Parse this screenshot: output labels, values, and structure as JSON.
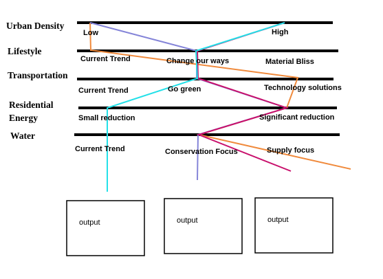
{
  "categories": {
    "urban_density": "Urban Density",
    "lifestyle": "Lifestyle",
    "transportation": "Transportation",
    "residential_1": "Residential",
    "residential_2": "Energy",
    "water": "Water"
  },
  "options": {
    "low": "Low",
    "high": "High",
    "lifestyle_current": "Current Trend",
    "change_ways": "Change our ways",
    "material_bliss": "Material Bliss",
    "transport_current": "Current Trend",
    "go_green": "Go green",
    "tech_solutions": "Technology solutions",
    "small_reduction": "Small reduction",
    "significant_reduction": "Significant reduction",
    "water_current": "Current Trend",
    "conservation_focus": "Conservation Focus",
    "supply_focus": "Supply focus"
  },
  "outputs": [
    "output",
    "output",
    "output"
  ],
  "colors": {
    "cyan": "#22e0e8",
    "orange": "#f08a3c",
    "slate": "#8484d8",
    "magenta": "#c8106c"
  }
}
